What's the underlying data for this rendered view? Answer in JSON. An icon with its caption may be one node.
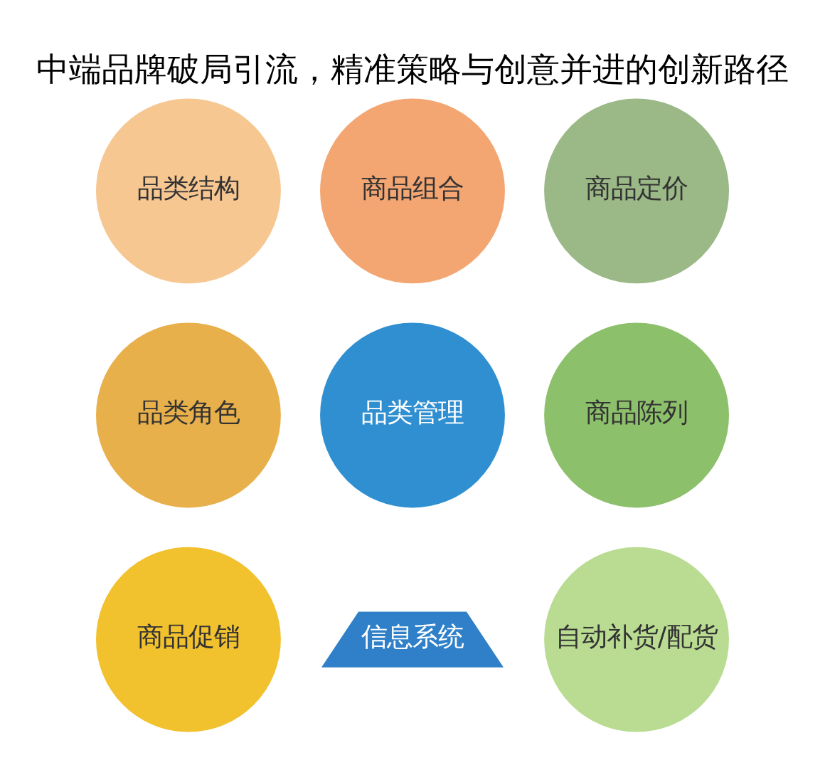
{
  "diagram": {
    "title": "中端品牌破局引流，精准策略与创意并进的创新路径",
    "nodes": [
      {
        "text": [
          "商品组合"
        ]
      },
      {
        "text": [
          "品类结构"
        ]
      },
      {
        "text": [
          "商品定价"
        ]
      },
      {
        "text": [
          "品类角色"
        ]
      },
      {
        "text": [
          "品类管理"
        ]
      },
      {
        "text": [
          "商品陈列"
        ]
      },
      {
        "text": [
          "商品促销"
        ]
      },
      {
        "text": [
          "自动补货/配货"
        ]
      },
      {
        "text": [
          "信息系统"
        ]
      }
    ]
  }
}
